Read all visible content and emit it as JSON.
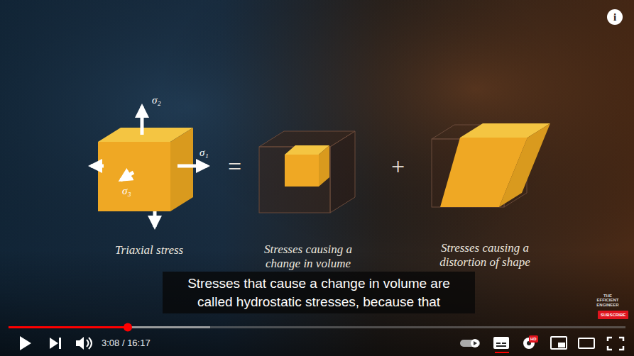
{
  "diagram": {
    "nodes": [
      {
        "text": [
          "i"
        ]
      },
      {
        "text": [
          "Stresses that cause a change in volume are called hydrostatic stresses, because that"
        ]
      },
      {
        "text": [
          "SUBSCRIBE"
        ]
      },
      {
        "text": [
          "HD"
        ]
      }
    ],
    "labels": [
      "σ₂",
      "σ₁",
      "σ₃",
      "=",
      "+",
      "Triaxial stress",
      "Stresses causing a change in volume",
      "Stresses causing a distortion of shape",
      "THE EFFICIENT ENGINEER",
      "3:08 / 16:17"
    ]
  }
}
